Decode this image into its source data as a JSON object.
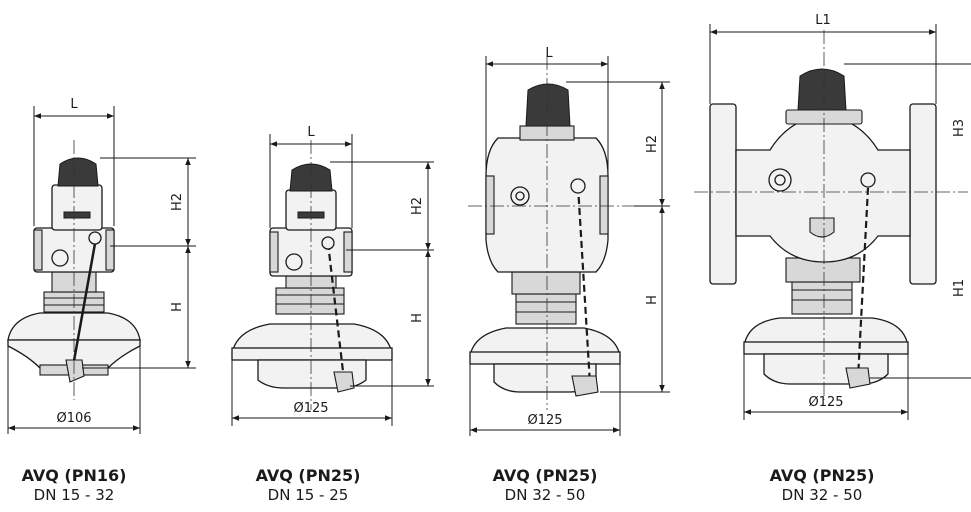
{
  "variants": [
    {
      "title": "AVQ (PN16)",
      "dn": "DN 15 - 32",
      "diameter": "Ø106",
      "width": "L",
      "upper": "H2",
      "lower": "H"
    },
    {
      "title": "AVQ (PN25)",
      "dn": "DN 15 - 25",
      "diameter": "Ø125",
      "width": "L",
      "upper": "H2",
      "lower": "H"
    },
    {
      "title": "AVQ (PN25)",
      "dn": "DN 32 - 50",
      "diameter": "Ø125",
      "width": "L",
      "upper": "H2",
      "lower": "H"
    },
    {
      "title": "AVQ (PN25)",
      "dn": "DN 32 - 50",
      "diameter": "Ø125",
      "width": "L1",
      "upper": "H3",
      "lower": "H1"
    }
  ]
}
